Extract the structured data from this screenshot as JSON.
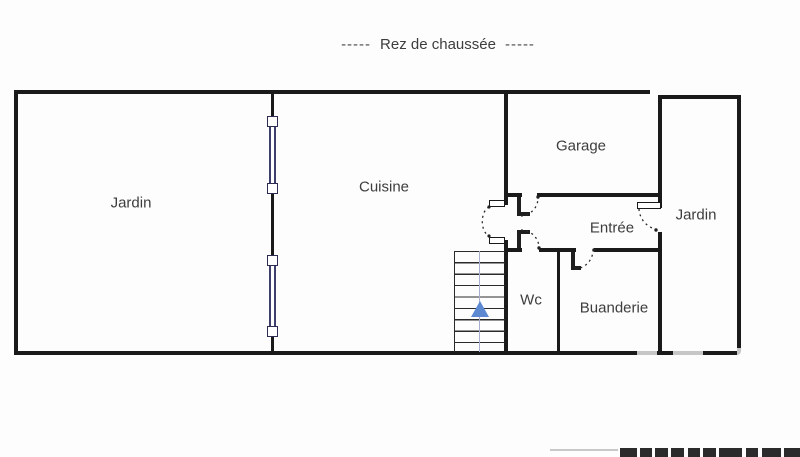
{
  "title": {
    "text": "Rez de chaussée",
    "dashes": "-----"
  },
  "rooms": {
    "jardin_left": {
      "label": "Jardin"
    },
    "cuisine": {
      "label": "Cuisine"
    },
    "garage": {
      "label": "Garage"
    },
    "entree": {
      "label": "Entrée"
    },
    "jardin_right": {
      "label": "Jardin"
    },
    "wc": {
      "label": "Wc"
    },
    "buanderie": {
      "label": "Buanderie"
    }
  },
  "stairs": {
    "direction": "up"
  },
  "colors": {
    "wall": "#1a1a1a",
    "window_frame": "#3f3f6e",
    "stairs_arrow": "#5d89d3",
    "label_text": "#3d3d3d",
    "watermark_band": "#2b2b2b"
  }
}
